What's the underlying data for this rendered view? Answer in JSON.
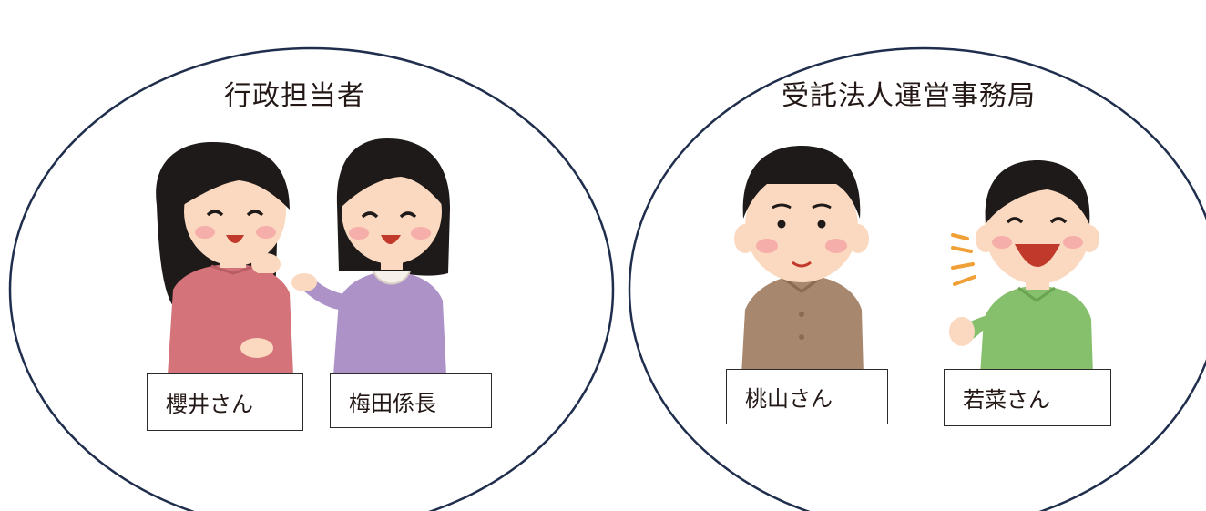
{
  "groups": [
    {
      "title": "行政担当者",
      "members": [
        {
          "name": "櫻井さん",
          "figure": "smiling-woman-pink-sweater-illustration"
        },
        {
          "name": "梅田係長",
          "figure": "smiling-woman-purple-sweater-illustration"
        }
      ]
    },
    {
      "title": "受託法人運営事務局",
      "members": [
        {
          "name": "桃山さん",
          "figure": "older-man-brown-shirt-illustration"
        },
        {
          "name": "若菜さん",
          "figure": "laughing-man-green-shirt-illustration"
        }
      ]
    }
  ],
  "colors": {
    "ellipse_stroke": "#1f2e4d",
    "skin": "#fbd9c0",
    "hair": "#1e1a19",
    "pink_sweater": "#d4737a",
    "purple_sweater": "#ad92c8",
    "brown_shirt": "#a7876d",
    "green_shirt": "#86c06c",
    "accent_lines": "#f0a037"
  }
}
